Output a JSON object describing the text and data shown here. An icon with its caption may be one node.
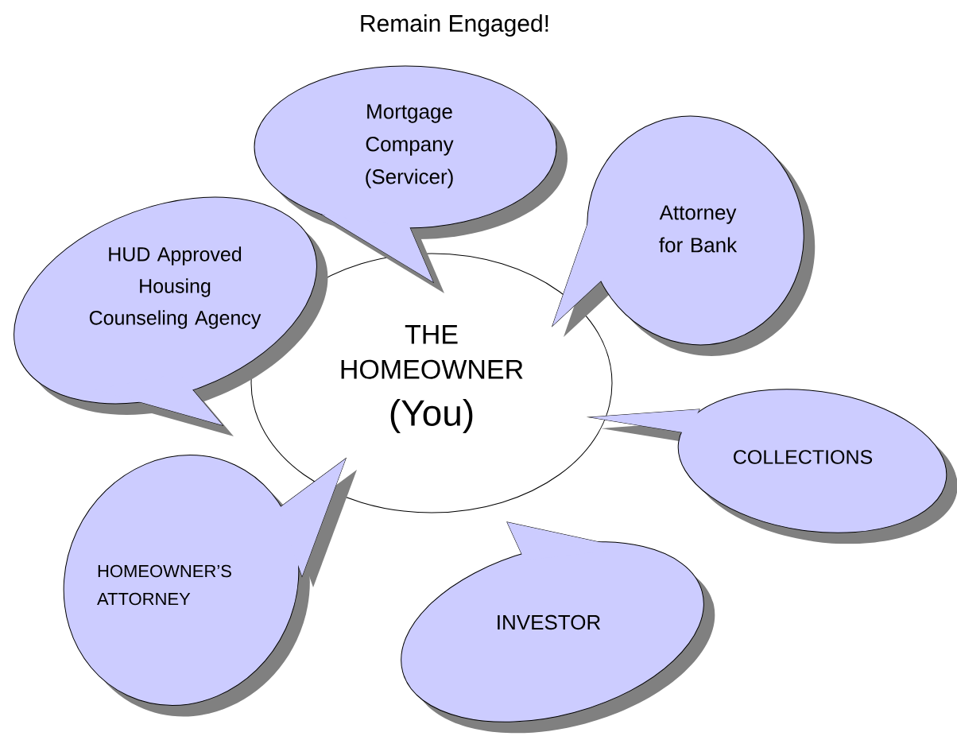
{
  "diagram": {
    "title": "Remain Engaged!",
    "nodes": [
      {
        "text": [
          "Mortgage Company (Servicer)"
        ]
      },
      {
        "text": [
          "Attorney for Bank"
        ]
      },
      {
        "text": [
          "HUD Approved Housing Counseling Agency"
        ]
      },
      {
        "text": [
          "THE HOMEOWNER",
          "(You)"
        ]
      },
      {
        "text": [
          "COLLECTIONS"
        ]
      },
      {
        "text": [
          "HOMEOWNER’S ATTORNEY"
        ]
      },
      {
        "text": [
          "INVESTOR"
        ]
      }
    ]
  }
}
